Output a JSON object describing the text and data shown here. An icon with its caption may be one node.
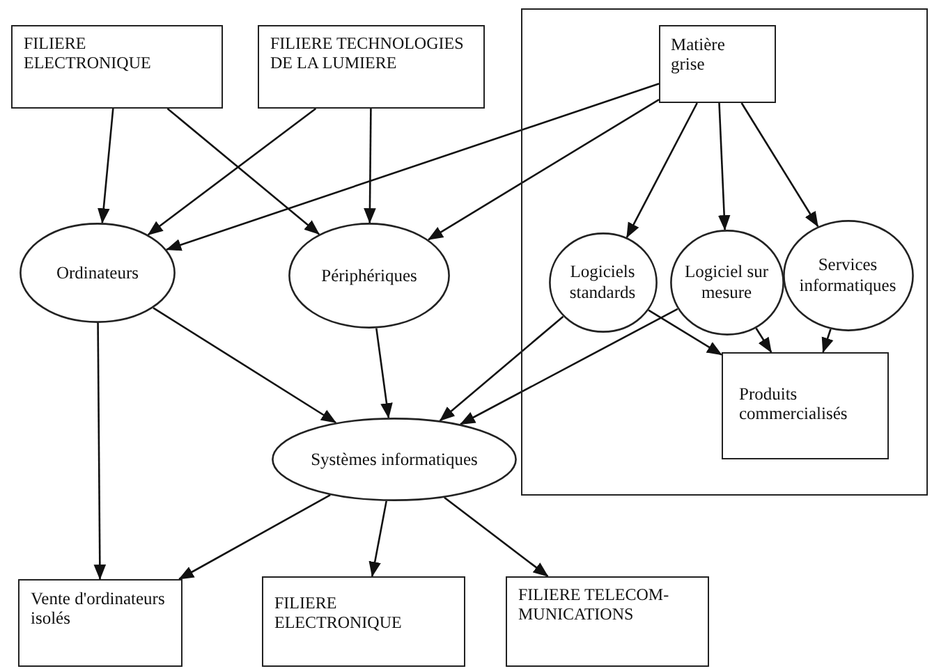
{
  "diagram": {
    "nodes": [
      {
        "text": [
          "FILIERE ELECTRONIQUE"
        ]
      },
      {
        "text": [
          "FILIERE TECHNOLOGIES DE LA LUMIERE"
        ]
      },
      {
        "text": [],
        "shape": "box"
      },
      {
        "text": [
          "Matière grise"
        ],
        "in": 2
      },
      {
        "text": [
          "Ordinateurs"
        ]
      },
      {
        "text": [
          "Périphériques"
        ]
      },
      {
        "text": [
          "Logiciels standards"
        ],
        "in": 2
      },
      {
        "text": [
          "Logiciel sur mesure"
        ],
        "in": 2
      },
      {
        "text": [
          "Services informatiques"
        ],
        "in": 2
      },
      {
        "text": [
          "Produits commercialisés"
        ],
        "in": 2
      },
      {
        "text": [
          "Systèmes informatiques"
        ]
      },
      {
        "text": [
          "Vente d'ordinateurs isolés"
        ]
      },
      {
        "text": [
          "FILIERE ELECTRONIQUE"
        ]
      },
      {
        "text": [
          "FILIERE TELECOM- MUNICATIONS"
        ]
      }
    ],
    "edges": [
      {
        "from": 0,
        "to": 4,
        "arrow": "to"
      },
      {
        "from": 0,
        "to": 5,
        "arrow": "to"
      },
      {
        "from": 1,
        "to": 4,
        "arrow": "to"
      },
      {
        "from": 1,
        "to": 5,
        "arrow": "to"
      },
      {
        "from": 3,
        "to": 4,
        "arrow": "to"
      },
      {
        "from": 3,
        "to": 5,
        "arrow": "to"
      },
      {
        "from": 3,
        "to": 6,
        "arrow": "to"
      },
      {
        "from": 3,
        "to": 7,
        "arrow": "to"
      },
      {
        "from": 3,
        "to": 8,
        "arrow": "to"
      },
      {
        "from": 6,
        "to": 9,
        "arrow": "to"
      },
      {
        "from": 7,
        "to": 9,
        "arrow": "to"
      },
      {
        "from": 8,
        "to": 9,
        "arrow": "to"
      },
      {
        "from": 6,
        "to": 10,
        "arrow": "to"
      },
      {
        "from": 7,
        "to": 10,
        "arrow": "to"
      },
      {
        "from": 4,
        "to": 10,
        "arrow": "to"
      },
      {
        "from": 5,
        "to": 10,
        "arrow": "to"
      },
      {
        "from": 4,
        "to": 11,
        "arrow": "to"
      },
      {
        "from": 10,
        "to": 11,
        "arrow": "to"
      },
      {
        "from": 10,
        "to": 12,
        "arrow": "to"
      },
      {
        "from": 10,
        "to": 13,
        "arrow": "to"
      }
    ]
  }
}
